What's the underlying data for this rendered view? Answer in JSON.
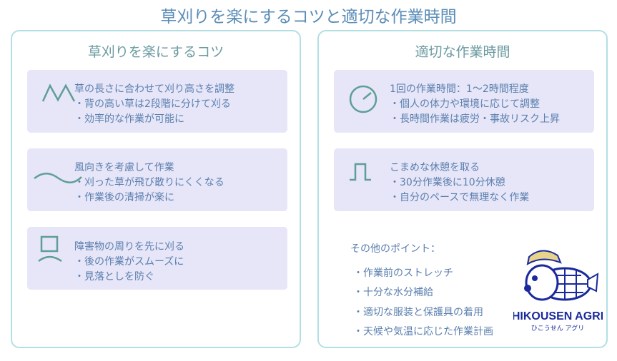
{
  "title": "草刈りを楽にするコツと適切な作業時間",
  "left": {
    "title": "草刈りを楽にするコツ",
    "cards": [
      {
        "icon": "zigzag-grass-icon",
        "heading": "草の長さに合わせて刈り高さを調整",
        "bullets": [
          "・背の高い草は2段階に分けて刈る",
          "・効率的な作業が可能に"
        ]
      },
      {
        "icon": "wave-wind-icon",
        "heading": "風向きを考慮して作業",
        "bullets": [
          "・刈った草が飛び散りにくくなる",
          "・作業後の清掃が楽に"
        ]
      },
      {
        "icon": "obstacle-icon",
        "heading": "障害物の周りを先に刈る",
        "bullets": [
          "・後の作業がスムーズに",
          "・見落としを防ぐ"
        ]
      }
    ]
  },
  "right": {
    "title": "適切な作業時間",
    "cards": [
      {
        "icon": "clock-icon",
        "heading": "1回の作業時間：1〜2時間程度",
        "bullets": [
          "・個人の体力や環境に応じて調整",
          "・長時間作業は疲労・事故リスク上昇"
        ]
      },
      {
        "icon": "pulse-break-icon",
        "heading": "こまめな休憩を取る",
        "bullets": [
          "・30分作業後に10分休憩",
          "・自分のペースで無理なく作業"
        ]
      }
    ],
    "other_title": "その他のポイント：",
    "other_items": [
      "・作業前のストレッチ",
      "・十分な水分補給",
      "・適切な服装と保護具の着用",
      "・天候や気温に応じた作業計画"
    ],
    "logo": {
      "name": "HIKOUSEN AGRI",
      "kana": "ひこうせん アグリ"
    }
  },
  "colors": {
    "icon": "#5f9e96",
    "card": "#e6e6f8",
    "border": "#b3dfe3",
    "text": "#5b7fae",
    "logo": "#1a2a9c"
  }
}
